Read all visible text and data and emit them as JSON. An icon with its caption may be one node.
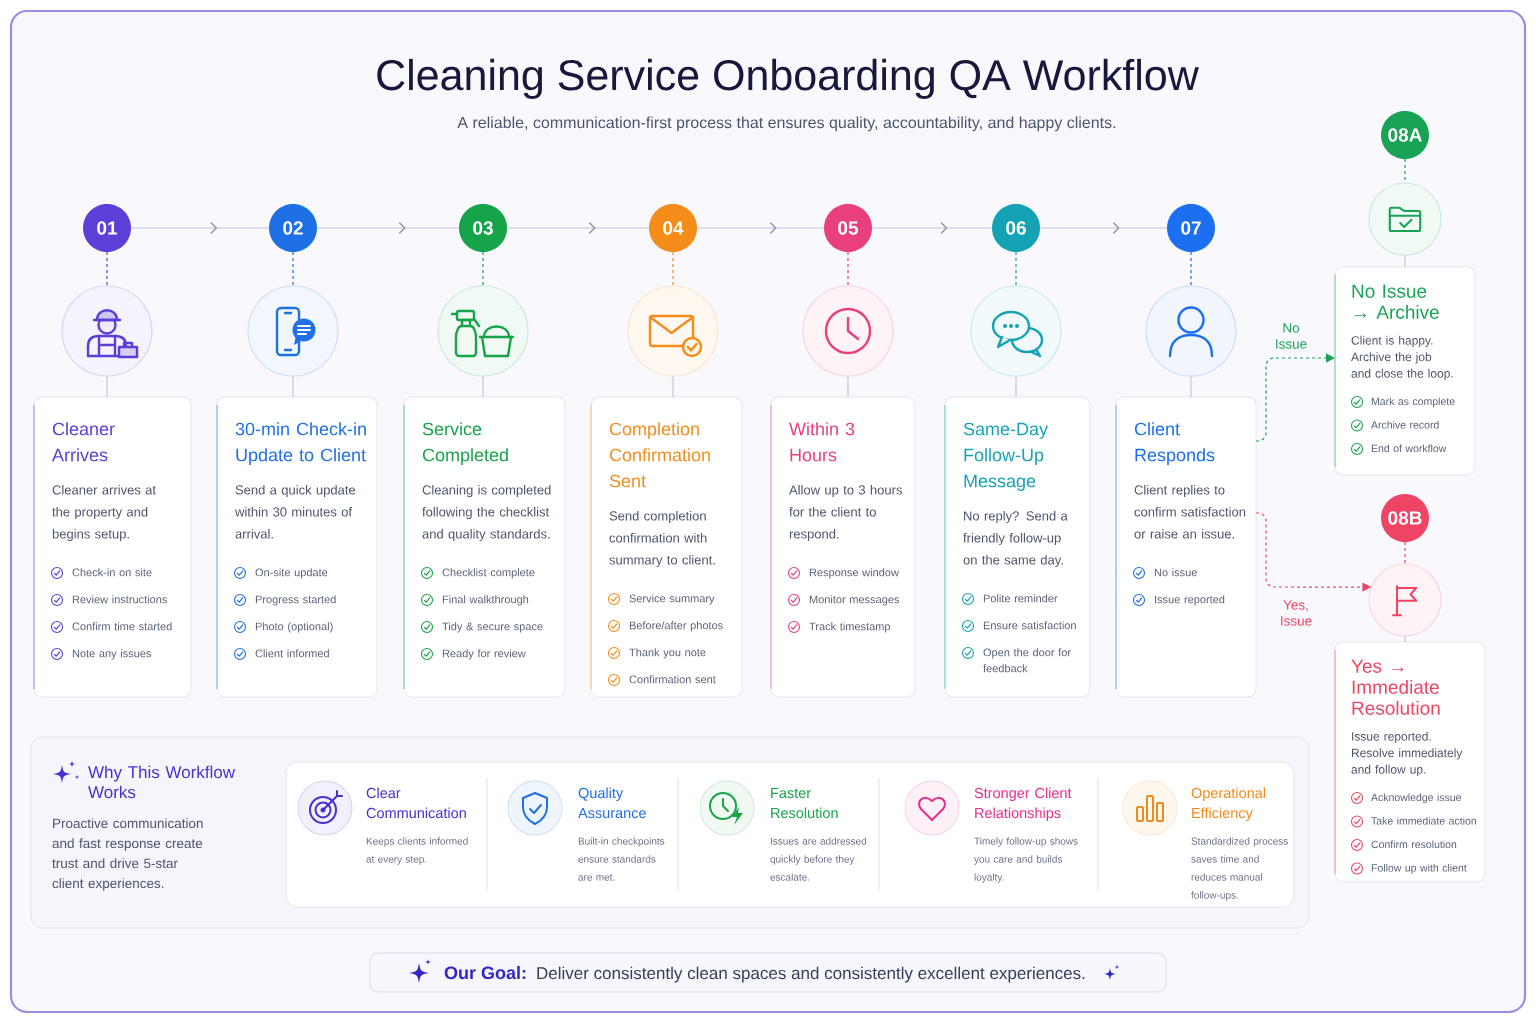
{
  "diagram": {
    "title": "Cleaning Service Onboarding QA Workflow",
    "nodes": [
      {
        "text": [
          "01"
        ]
      },
      {
        "text": [
          "02"
        ]
      },
      {
        "text": [
          "03"
        ]
      },
      {
        "text": [
          "04"
        ]
      },
      {
        "text": [
          "05"
        ]
      },
      {
        "text": [
          "06"
        ]
      },
      {
        "text": [
          "07"
        ]
      },
      {
        "text": [
          "08A"
        ]
      },
      {
        "text": [],
        "shape": "circle"
      },
      {
        "text": [],
        "shape": "circle"
      },
      {
        "text": [],
        "shape": "circle"
      },
      {
        "text": [],
        "shape": "circle"
      },
      {
        "text": [],
        "shape": "circle"
      },
      {
        "text": [],
        "shape": "circle"
      },
      {
        "text": [],
        "shape": "circle"
      },
      {
        "text": [],
        "shape": "circle"
      },
      {
        "text": [
          "Cleaner Arrives",
          "Cleaner arrives at the property and begins setup.",
          "Check-in on site",
          "Review instructions",
          "Confirm time started",
          "Note any issues"
        ]
      },
      {
        "text": [
          "30-min Check-in Update to Client",
          "Send a quick update within 30 minutes of arrival.",
          "On-site update",
          "Progress started",
          "Photo (optional)",
          "Client informed"
        ]
      },
      {
        "text": [
          "Service Completed",
          "Cleaning is completed following the checklist and quality standards.",
          "Checklist complete",
          "Final walkthrough",
          "Tidy & secure space",
          "Ready for review"
        ]
      },
      {
        "text": [
          "Completion Confirmation Sent",
          "Send completion confirmation with summary to client.",
          "Service summary",
          "Before/after photos",
          "Thank you note",
          "Confirmation sent"
        ]
      },
      {
        "text": [
          "Within 3 Hours",
          "Allow up to 3 hours for the client to respond.",
          "Response window",
          "Monitor messages",
          "Track timestamp"
        ]
      },
      {
        "text": [
          "Same-Day Follow-Up Message",
          "No reply? Send a friendly follow-up on the same day.",
          "Polite reminder",
          "Ensure satisfaction",
          "Open the door for feedback"
        ]
      },
      {
        "text": [
          "Client Responds",
          "Client replies to confirm satisfaction or raise an issue.",
          "No issue",
          "Issue reported"
        ]
      },
      {
        "text": [
          "No Issue → Archive",
          "Client is happy. Archive the job and close the loop.",
          "Mark as complete",
          "Archive record",
          "End of workflow"
        ]
      },
      {
        "text": [
          "08B"
        ]
      },
      {
        "text": [],
        "shape": "circle"
      },
      {
        "text": [
          "Yes → Immediate Resolution",
          "Issue reported. Resolve immediately and follow up.",
          "Acknowledge issue",
          "Take immediate action",
          "Confirm resolution",
          "Follow up with client"
        ]
      },
      {
        "text": [
          "Why This Workflow Works",
          "Proactive communication and fast response create trust and drive 5-star client experiences."
        ]
      },
      {
        "text": [],
        "shape": "box",
        "in": 27
      },
      {
        "text": [
          "Clear Communication",
          "Keeps clients informed at every step."
        ],
        "in": 28
      },
      {
        "text": [
          "Quality Assurance",
          "Built-in checkpoints ensure standards are met."
        ],
        "in": 28
      },
      {
        "text": [
          "Faster Resolution",
          "Issues are addressed quickly before they escalate."
        ],
        "in": 28
      },
      {
        "text": [
          "Stronger Client Relationships",
          "Timely follow-up shows you care and builds loyalty."
        ],
        "in": 28
      },
      {
        "text": [
          "Operational Efficiency",
          "Standardized process saves time and reduces manual follow-ups."
        ],
        "in": 28
      },
      {
        "text": [
          "Our Goal:",
          "Deliver consistently clean spaces and consistently excellent experiences."
        ]
      }
    ],
    "edges": [
      {
        "from": 0,
        "to": 1,
        "arrow": "to"
      },
      {
        "from": 1,
        "to": 2,
        "arrow": "to"
      },
      {
        "from": 2,
        "to": 3,
        "arrow": "to"
      },
      {
        "from": 3,
        "to": 4,
        "arrow": "to"
      },
      {
        "from": 4,
        "to": 5,
        "arrow": "to"
      },
      {
        "from": 5,
        "to": 6,
        "arrow": "to"
      },
      {
        "from": 0,
        "to": 8,
        "arrow": "none",
        "style": "dashed",
        "color": "#5b3fd6"
      },
      {
        "from": 1,
        "to": 9,
        "arrow": "none",
        "style": "dashed",
        "color": "#1f6fe5"
      },
      {
        "from": 2,
        "to": 10,
        "arrow": "none",
        "style": "dashed",
        "color": "#17a34a"
      },
      {
        "from": 3,
        "to": 11,
        "arrow": "none",
        "style": "dashed",
        "color": "#f48c1a"
      },
      {
        "from": 4,
        "to": 12,
        "arrow": "none",
        "style": "dashed",
        "color": "#e8407f"
      },
      {
        "from": 5,
        "to": 13,
        "arrow": "none",
        "style": "dashed",
        "color": "#15a2b5"
      },
      {
        "from": 6,
        "to": 14,
        "arrow": "none",
        "style": "dashed",
        "color": "#1b6ff0"
      },
      {
        "from": 7,
        "to": 15,
        "arrow": "none",
        "style": "dashed",
        "color": "#1aa357"
      },
      {
        "from": 8,
        "to": 16,
        "arrow": "none"
      },
      {
        "from": 9,
        "to": 17,
        "arrow": "none"
      },
      {
        "from": 10,
        "to": 18,
        "arrow": "none"
      },
      {
        "from": 11,
        "to": 19,
        "arrow": "none"
      },
      {
        "from": 12,
        "to": 20,
        "arrow": "none"
      },
      {
        "from": 13,
        "to": 21,
        "arrow": "none"
      },
      {
        "from": 14,
        "to": 22,
        "arrow": "none"
      },
      {
        "from": 15,
        "to": 23,
        "arrow": "none"
      },
      {
        "from": 22,
        "to": 23,
        "arrow": "to",
        "label": "No Issue",
        "style": "dashed",
        "color": "#1aa357"
      },
      {
        "from": 22,
        "to": 25,
        "arrow": "to",
        "label": "Yes, Issue",
        "style": "dashed",
        "color": "#ef4565"
      },
      {
        "from": 24,
        "to": 25,
        "arrow": "none",
        "style": "dashed",
        "color": "#ef4565"
      },
      {
        "from": 25,
        "to": 26,
        "arrow": "none"
      }
    ],
    "labels": [
      "A reliable, communication-first process that ensures quality, accountability, and happy clients."
    ]
  }
}
